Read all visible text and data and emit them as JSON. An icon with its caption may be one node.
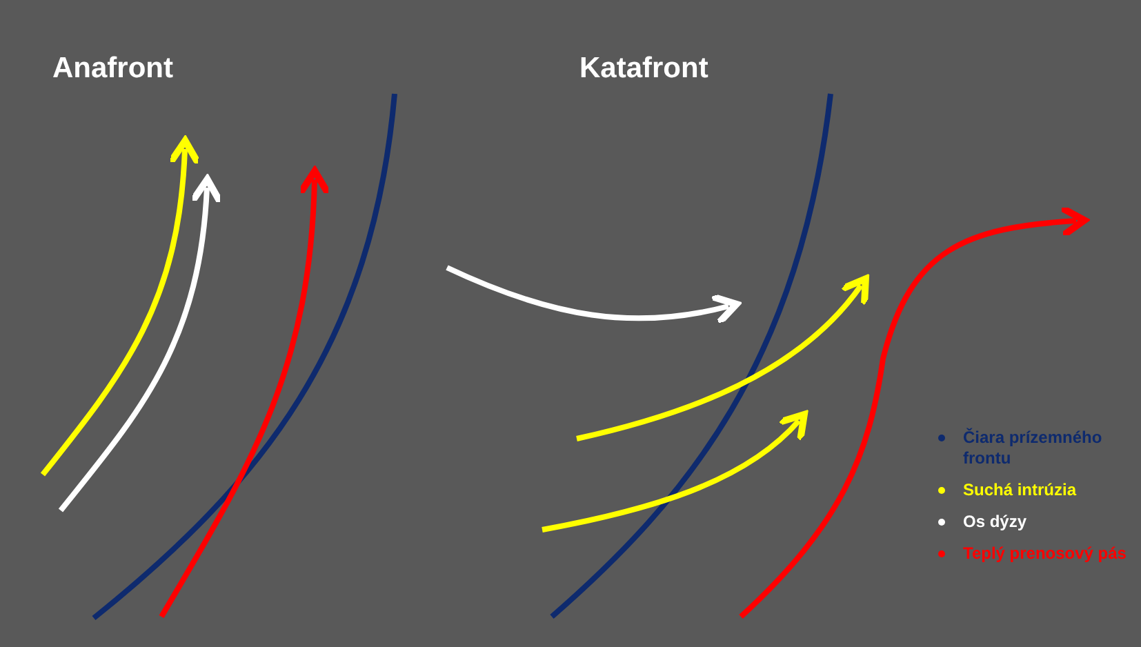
{
  "diagram": {
    "labels": [
      "Anafront",
      "Katafront"
    ],
    "legend": [
      {
        "text": "Čiara prízemného frontu",
        "color": "#0e2a6e"
      },
      {
        "text": "Suchá intrúzia",
        "color": "#ffff00"
      },
      {
        "text": "Os dýzy",
        "color": "#ffffff"
      },
      {
        "text": "Teplý prenosový pás",
        "color": "#ff0000"
      }
    ]
  }
}
